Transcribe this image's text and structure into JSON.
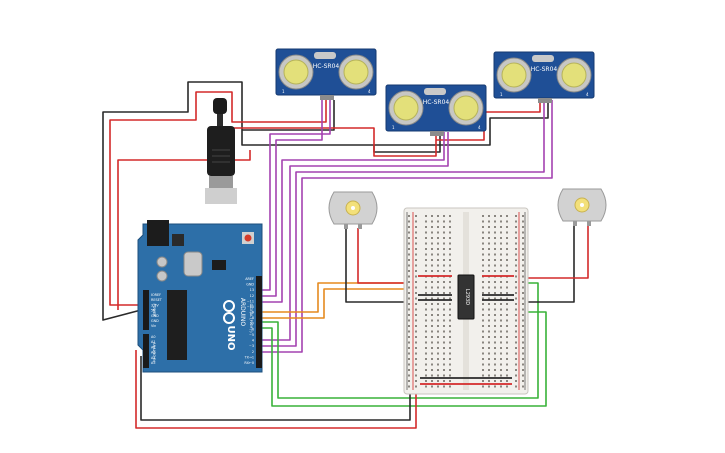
{
  "sensors": [
    {
      "label": "HC-SR04",
      "pin_left": "1",
      "pin_right": "4"
    },
    {
      "label": "HC-SR04",
      "pin_left": "1",
      "pin_right": "4"
    },
    {
      "label": "HC-SR04",
      "pin_left": "1",
      "pin_right": "4"
    }
  ],
  "arduino": {
    "brand": "ARDUINO",
    "model": "UNO",
    "digital_header_labels": [
      "AREF",
      "GND",
      "13",
      "12",
      "~11",
      "~10",
      "~9",
      "8",
      "7",
      "~6",
      "~5",
      "4",
      "~3",
      "2",
      "TX→1",
      "RX←0"
    ],
    "power_header_labels": [
      "IOREF",
      "RESET",
      "3.3V",
      "5V",
      "GND",
      "GND",
      "Vin"
    ],
    "analog_header_labels": [
      "A0",
      "A1",
      "A2",
      "A3",
      "A4",
      "A5"
    ],
    "section_digital": "DIGITAL (PWM~)",
    "section_power": "POWER",
    "section_analog": "ANALOG IN"
  },
  "driver_chip": {
    "label": "L293D"
  },
  "colors": {
    "board": "#2d6fa8",
    "sensor": "#1f4f96",
    "wire_red": "#d42a2a",
    "wire_black": "#2a2a2a",
    "wire_purple": "#a442b0",
    "wire_orange": "#e58a1f",
    "wire_green": "#38b239",
    "breadboard": "#f2f0ec"
  }
}
